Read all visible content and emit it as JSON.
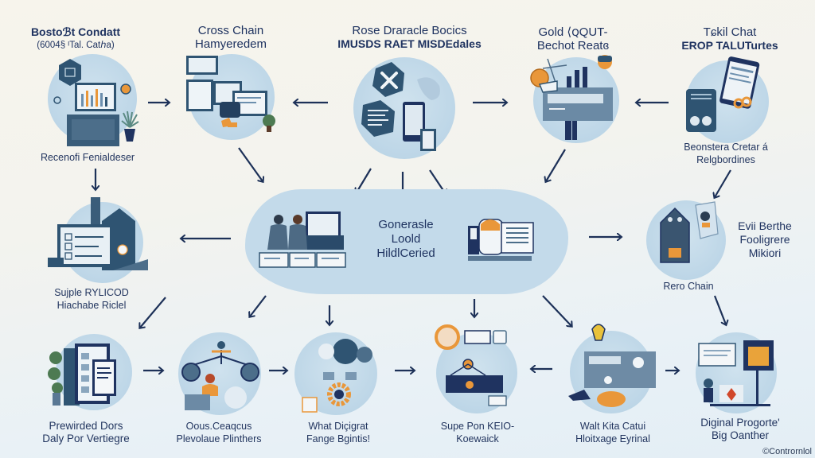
{
  "diagram": {
    "nodes": [
      {
        "id": "n1",
        "title_lines": [
          "Bostoℬt Condatt",
          "(6004§ ᴵTal. Catℎa)"
        ],
        "caption_lines": [
          "Recenofi Fenialdeser"
        ]
      },
      {
        "id": "n2",
        "title_lines": [
          "Cross Chain",
          "Hamyeredem"
        ],
        "caption_lines": []
      },
      {
        "id": "n3",
        "title_lines": [
          "Rose Draracle Bocics",
          "IMUSDS RAET MISDEdales"
        ],
        "caption_lines": []
      },
      {
        "id": "n4",
        "title_lines": [
          "Gold ⟨ꞯQUT-",
          "Bechot Reatɞ"
        ],
        "caption_lines": []
      },
      {
        "id": "n5",
        "title_lines": [
          "Tɕkil Chat",
          "EROP TALUTurtes"
        ],
        "caption_lines": [
          "Beonstera Cretar á",
          "Relgbordines"
        ]
      },
      {
        "id": "center",
        "title_lines": [
          "Gonerasle",
          "Loold",
          "HildlCeried"
        ],
        "caption_lines": []
      },
      {
        "id": "n6",
        "title_lines": [],
        "caption_lines": [
          "Sujple RYLICOD",
          "Hiachabe Riclel"
        ]
      },
      {
        "id": "n7",
        "title_lines": [
          "Evii Berthe",
          "Fooligrere",
          "Mikiori"
        ],
        "caption_lines": [
          "Rero Chain"
        ]
      },
      {
        "id": "n8",
        "title_lines": [],
        "caption_lines": [
          "Prewirded Dors",
          "Daly Por Vertiegre"
        ]
      },
      {
        "id": "n9",
        "title_lines": [],
        "caption_lines": [
          "Oous.Ceaqcus",
          "Plevolaue Plinthers"
        ]
      },
      {
        "id": "n10",
        "title_lines": [],
        "caption_lines": [
          "What Diçigrat",
          "Fange Bgintis!"
        ]
      },
      {
        "id": "n11",
        "title_lines": [],
        "caption_lines": [
          "Supe Pon KEIO-",
          "Koewaick"
        ]
      },
      {
        "id": "n12",
        "title_lines": [],
        "caption_lines": [
          "Walt Kita Catui",
          "Hloitxage Eyrinal"
        ]
      },
      {
        "id": "n13",
        "title_lines": [],
        "caption_lines": [
          "Diginal Progorte'",
          "Big Oanther"
        ]
      }
    ],
    "edges": [
      {
        "from": "n1",
        "to": "n2",
        "direction": "right"
      },
      {
        "from": "n3",
        "to": "n2",
        "direction": "left"
      },
      {
        "from": "n3",
        "to": "n4",
        "direction": "right"
      },
      {
        "from": "n5",
        "to": "n4",
        "direction": "left"
      },
      {
        "from": "n1",
        "to": "n6",
        "direction": "down"
      },
      {
        "from": "n2",
        "to": "center",
        "direction": "down-right"
      },
      {
        "from": "n3",
        "to": "center",
        "direction": "down-left"
      },
      {
        "from": "n3",
        "to": "center",
        "direction": "down"
      },
      {
        "from": "n3",
        "to": "center",
        "direction": "down-right"
      },
      {
        "from": "n4",
        "to": "center",
        "direction": "down-left"
      },
      {
        "from": "n5",
        "to": "n7",
        "direction": "down-left"
      },
      {
        "from": "center",
        "to": "n6",
        "direction": "left"
      },
      {
        "from": "center",
        "to": "n7",
        "direction": "right"
      },
      {
        "from": "n6",
        "to": "n8",
        "direction": "down-left"
      },
      {
        "from": "center",
        "to": "n9",
        "direction": "down-left"
      },
      {
        "from": "center",
        "to": "n10",
        "direction": "down"
      },
      {
        "from": "center",
        "to": "n11",
        "direction": "down"
      },
      {
        "from": "center",
        "to": "n12",
        "direction": "down-right"
      },
      {
        "from": "n7",
        "to": "n13",
        "direction": "down-right"
      },
      {
        "from": "n8",
        "to": "n9",
        "direction": "right"
      },
      {
        "from": "n9",
        "to": "n10",
        "direction": "right"
      },
      {
        "from": "n10",
        "to": "n11",
        "direction": "right"
      },
      {
        "from": "n12",
        "to": "n11",
        "direction": "left"
      },
      {
        "from": "n12",
        "to": "n13",
        "direction": "right"
      }
    ]
  },
  "footer": {
    "credit": "©Contrornlol"
  },
  "colors": {
    "navy": "#1d3158",
    "circle_fill": "#bfd7e8",
    "dark_slate": "#2f5472",
    "accent_orange": "#e9973a",
    "background": "#f4f3ee"
  }
}
